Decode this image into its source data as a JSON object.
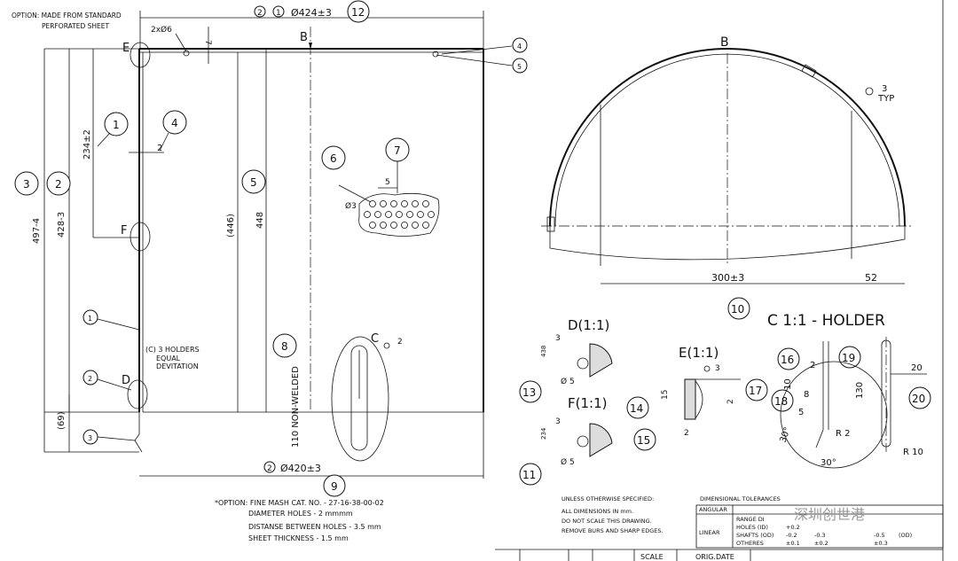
{
  "notes": {
    "option_top_1": "OPTION: MADE FROM STANDARD",
    "option_top_2": "PERFORATED SHEET",
    "holders_1": "(C) 3 HOLDERS",
    "holders_2": "EQUAL",
    "holders_3": "DEVITATION",
    "non_welded": "110 NON-WELDED",
    "bottom_option_1": "*OPTION: FINE MASH CAT. NO. - 27-16-38-00-02",
    "bottom_option_2": "DIAMETER HOLES - 2 mmmm",
    "bottom_option_3": "DISTANSE BETWEEN HOLES - 3.5 mm",
    "bottom_option_4": "SHEET THICKNESS - 1.5 mm"
  },
  "dims": {
    "top_diameter": "Ø424±3",
    "bottom_diameter": "Ø420±3",
    "holes": "2xØ6",
    "seven": "7",
    "d234": "234±2",
    "d497": "497-4",
    "d428": "428-3",
    "d446": "(446)",
    "d448": "448",
    "d69": "(69)",
    "d2": "2",
    "d5": "5",
    "phi3": "Ø3",
    "d300": "300±3",
    "d52": "52",
    "tick3": "3",
    "typ": "TYP",
    "d2b": "2",
    "d438": "438",
    "d234s": "234",
    "phi5": "Ø 5",
    "phi5b": "Ø 5",
    "d15": "15",
    "d2e": "2",
    "d2f": "2",
    "holder_2": "2",
    "holder_8": "8",
    "holder_5": "5",
    "holder_10": "10",
    "holder_130": "130",
    "holder_20": "20",
    "r2": "R 2",
    "r10": "R 10",
    "a30": "30°",
    "a30b": "30°"
  },
  "section_labels": {
    "B_top": "B",
    "B_view": "B",
    "E": "E",
    "F": "F",
    "D": "D",
    "C": "C",
    "D_detail": "D(1:1)",
    "F_detail": "F(1:1)",
    "E_detail": "E(1:1)",
    "C_holder": "C 1:1 - HOLDER"
  },
  "balloons": {
    "b1": "1",
    "b2": "2",
    "b3": "3",
    "b4": "4",
    "b5": "5",
    "b6": "6",
    "b7": "7",
    "b8": "8",
    "b9": "9",
    "b10": "10",
    "b11": "11",
    "b12": "12",
    "b13": "13",
    "b14": "14",
    "b15": "15",
    "b16": "16",
    "b17": "17",
    "b18": "18",
    "b19": "19",
    "b20": "20",
    "s1": "1",
    "s2": "2",
    "s3": "3",
    "s4": "4",
    "s5": "5",
    "t2": "2",
    "t1": "1",
    "t2b": "2"
  },
  "title_block": {
    "unless_1": "UNLESS OTHERWISE SPECIFIED:",
    "unless_2": "ALL DIMENSIONS IN mm.",
    "unless_3": "DO NOT SCALE THIS DRAWING.",
    "unless_4": "REMOVE BURS AND SHARP EDGES.",
    "tolerances": "DIMENSIONAL TOLERANCES",
    "angular": "ANGULAR",
    "linear": "LINEAR",
    "range": "RANGE DI",
    "holes": "HOLES (ID)",
    "shafts": "SHAFTS (OD)",
    "others": "OTHERES",
    "scale": "SCALE",
    "orig_date": "ORIG.DATE",
    "v1": "+0.2",
    "v2": "-0.2",
    "v3": "±0.1",
    "v4": "-0.3",
    "v5": "±0.2",
    "v6": "-0.5",
    "v7": "±0.3",
    "v8": "(OD)",
    "watermark": "深圳创世港"
  }
}
